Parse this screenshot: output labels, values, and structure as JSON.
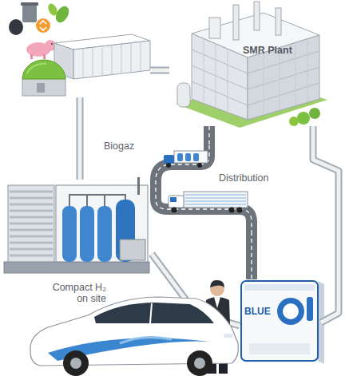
{
  "diagram": {
    "nodes": [
      {
        "text": [
          "Biogaz"
        ]
      },
      {
        "text": [
          "SMR Plant"
        ]
      },
      {
        "text": [
          "Distribution"
        ]
      },
      {
        "text": [
          "Compact H₂ on site"
        ]
      },
      {
        "text": [
          "BLUE"
        ]
      }
    ],
    "edges": [
      {
        "from": 0,
        "to": 1,
        "arrow": "none"
      },
      {
        "from": 0,
        "to": 3,
        "arrow": "none"
      },
      {
        "from": 1,
        "to": 2,
        "arrow": "none"
      },
      {
        "from": 2,
        "to": 4,
        "arrow": "none"
      },
      {
        "from": 1,
        "to": 4,
        "arrow": "none"
      },
      {
        "from": 3,
        "to": 4,
        "arrow": "none"
      }
    ]
  }
}
